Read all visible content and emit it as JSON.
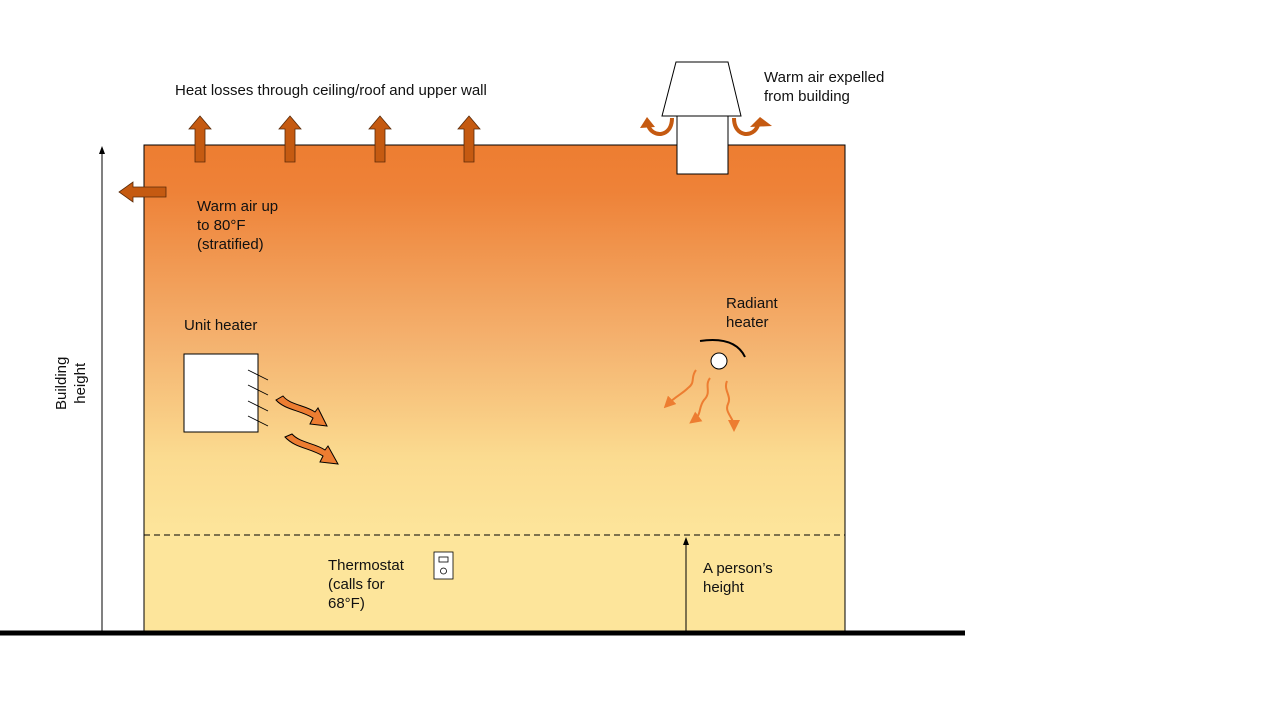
{
  "labels": {
    "heat_losses": "Heat losses through ceiling/roof and upper wall",
    "warm_air_expelled": "Warm air expelled\nfrom building",
    "warm_air_stratified": "Warm air up\nto 80°F\n(stratified)",
    "unit_heater": "Unit heater",
    "radiant_heater": "Radiant\nheater",
    "thermostat": "Thermostat\n(calls for\n68°F)",
    "person_height": "A person’s\nheight",
    "building_height": "Building\nheight"
  },
  "colors": {
    "hot": "#ED7D31",
    "cool": "#FDE59B",
    "arrow": "#C55A11"
  }
}
